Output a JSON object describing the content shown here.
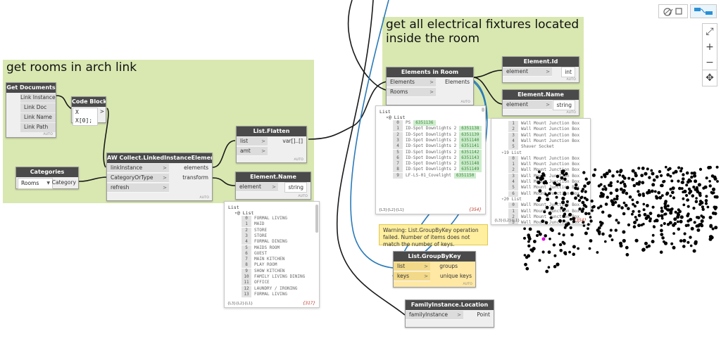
{
  "groups": {
    "arch_link": {
      "title": "get rooms in arch link"
    },
    "electrical": {
      "title": "get all electrical fixtures located\ninside the room"
    }
  },
  "nodes": {
    "get_documents": {
      "title": "Get Documents",
      "outputs": [
        "Link Instance",
        "Link Doc",
        "Link Name",
        "Link Path"
      ],
      "auto": "AUTO"
    },
    "code_block": {
      "title": "Code Block",
      "code": "X X[0];",
      "out": ">"
    },
    "categories": {
      "title": "Categories",
      "selected": "Rooms",
      "output": "Category"
    },
    "collect": {
      "title": "AW Collect.LinkedInstanceElements",
      "inputs": [
        "linkInstance",
        "CategoryOrType",
        "refresh"
      ],
      "outputs": [
        "elements",
        "transform"
      ],
      "auto": "AUTO"
    },
    "flatten": {
      "title": "List.Flatten",
      "inputs": [
        "list",
        "amt"
      ],
      "output": "var[]..[]",
      "auto": "AUTO"
    },
    "element_name_1": {
      "title": "Element.Name",
      "input": "element",
      "type": "string",
      "auto": "AUTO"
    },
    "elements_in_room": {
      "title": "Elements in Room",
      "inputs": [
        "Elements",
        "Rooms"
      ],
      "output": "Elements",
      "auto": "AUTO"
    },
    "element_id": {
      "title": "Element.Id",
      "input": "element",
      "type": "int",
      "auto": "AUTO"
    },
    "element_name_2": {
      "title": "Element.Name",
      "input": "element",
      "type": "string",
      "auto": "AUTO"
    },
    "group_by_key": {
      "title": "List.GroupByKey",
      "inputs": [
        "list",
        "keys"
      ],
      "outputs": [
        "groups",
        "unique keys"
      ],
      "auto": "AUTO"
    },
    "family_location": {
      "title": "FamilyInstance.Location",
      "input": "familyInstance",
      "type": "Point"
    }
  },
  "warning": {
    "text": "Warning: List.GroupByKey operation failed. Number of items does not match the number of keys."
  },
  "previews": {
    "rooms": {
      "head": "List",
      "sub": "▿@ List",
      "rows": [
        {
          "i": "0",
          "t": "FORMAL LIVING"
        },
        {
          "i": "1",
          "t": "MAID"
        },
        {
          "i": "2",
          "t": "STORE"
        },
        {
          "i": "3",
          "t": "STORE"
        },
        {
          "i": "4",
          "t": "FORMAL DINING"
        },
        {
          "i": "5",
          "t": "MAIDS ROOM"
        },
        {
          "i": "6",
          "t": "GUEST"
        },
        {
          "i": "7",
          "t": "MAIN KITCHEN"
        },
        {
          "i": "8",
          "t": "PLAY ROOM"
        },
        {
          "i": "9",
          "t": "SHOW KITCHEN"
        },
        {
          "i": "10",
          "t": "FAMILY LIVING DINING"
        },
        {
          "i": "11",
          "t": "OFFICE"
        },
        {
          "i": "12",
          "t": "LAUNDRY / IRONING"
        },
        {
          "i": "13",
          "t": "FORMAL LIVING"
        }
      ],
      "foot": "{L3}{L2}{L1}",
      "count": "{317}"
    },
    "elements": {
      "head": "List",
      "sub": "▿@ List",
      "rows": [
        {
          "i": "0",
          "t": "PS",
          "id": "6351136"
        },
        {
          "i": "1",
          "t": "ID-Spot Downlights 2",
          "id": "6351138"
        },
        {
          "i": "2",
          "t": "ID-Spot Downlights 2",
          "id": "6351139"
        },
        {
          "i": "3",
          "t": "ID-Spot Downlights 2",
          "id": "6351140"
        },
        {
          "i": "4",
          "t": "ID-Spot Downlights 2",
          "id": "6351141"
        },
        {
          "i": "5",
          "t": "ID-Spot Downlights 2",
          "id": "6351142"
        },
        {
          "i": "6",
          "t": "ID-Spot Downlights 2",
          "id": "6351143"
        },
        {
          "i": "7",
          "t": "ID-Spot Downlights 2",
          "id": "6351148"
        },
        {
          "i": "8",
          "t": "ID-Spot Downlights 2",
          "id": "6351149"
        },
        {
          "i": "9",
          "t": "LF-LS-01_Covelight",
          "id": "6351150"
        }
      ],
      "foot": "{L3}{L2}{L1}",
      "count": "{354}"
    },
    "names": {
      "rows": [
        {
          "i": "1",
          "t": "Wall Mount Junction Box"
        },
        {
          "i": "2",
          "t": "Wall Mount Junction Box"
        },
        {
          "i": "3",
          "t": "Wall Mount Junction Box"
        },
        {
          "i": "4",
          "t": "Wall Mount Junction Box"
        },
        {
          "i": "5",
          "t": "Shaver Socket"
        },
        {
          "i": "",
          "t": "▿19 List"
        },
        {
          "i": "0",
          "t": "Wall Mount Junction Box"
        },
        {
          "i": "1",
          "t": "Wall Mount Junction Box"
        },
        {
          "i": "2",
          "t": "Wall Mount Junction Box"
        },
        {
          "i": "3",
          "t": "Wall Mount Junction Box"
        },
        {
          "i": "4",
          "t": "Wall Mount Junction Box"
        },
        {
          "i": "5",
          "t": "Wall Mount Junction Box"
        },
        {
          "i": "6",
          "t": "Wall Mount Junction Box"
        },
        {
          "i": "",
          "t": "▿20 List"
        },
        {
          "i": "0",
          "t": "Wall Mount Junction Box"
        },
        {
          "i": "1",
          "t": "Wall Mount Junction Box"
        },
        {
          "i": "2",
          "t": "Wall Mount Junction Box"
        },
        {
          "i": "3",
          "t": "Wall Mount Junction Box"
        }
      ],
      "foot": "{L3}{L2}{L1}",
      "count": "{354}"
    }
  },
  "toolbar": {
    "icons": [
      "3d-background-icon",
      "graph-view-icon"
    ],
    "zoom": {
      "fit": "⤢",
      "in": "+",
      "out": "−",
      "pan": "✥"
    }
  },
  "colors": {
    "group": "#d9e8b1",
    "node_header": "#4a4a4a",
    "wire_black": "#1a1a1a",
    "wire_blue": "#2a7ab8",
    "points": "#000000",
    "highlight_point": "#e000e0"
  }
}
